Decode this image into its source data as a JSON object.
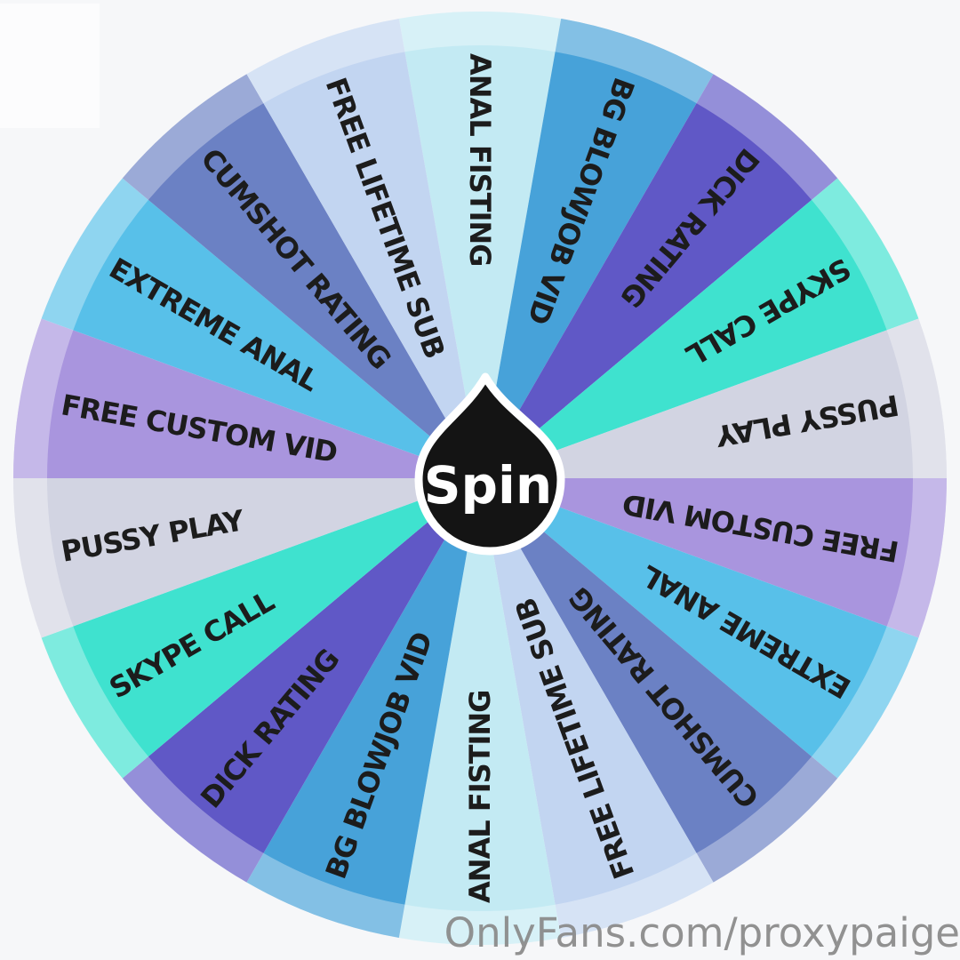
{
  "page": {
    "background": "#f6f7f9",
    "watermark": "OnlyFans.com/proxypaige"
  },
  "spin_button": {
    "label": "Spin",
    "bg_color": "#141414",
    "text_color": "#ffffff",
    "outline_color": "#ffffff"
  },
  "wheel": {
    "rim_highlight": "rgba(255,255,255,0.33)",
    "label_color": "#1c1c1c",
    "segments": [
      {
        "label": "ANAL FISTING",
        "color": "#c3eaf3"
      },
      {
        "label": "BG BLOWJOB VID",
        "color": "#47a2d9"
      },
      {
        "label": "DICK RATING",
        "color": "#6058c6"
      },
      {
        "label": "SKYPE CALL",
        "color": "#3fe2cf"
      },
      {
        "label": "PUSSY PLAY",
        "color": "#d2d4e2"
      },
      {
        "label": "FREE CUSTOM VID",
        "color": "#a995de"
      },
      {
        "label": "EXTREME ANAL",
        "color": "#58c0e9"
      },
      {
        "label": "CUMSHOT RATING",
        "color": "#6b81c4"
      },
      {
        "label": "FREE LIFETIME SUB",
        "color": "#c2d5f1"
      },
      {
        "label": "ANAL FISTING",
        "color": "#c3eaf3"
      },
      {
        "label": "BG BLOWJOB VID",
        "color": "#47a2d9"
      },
      {
        "label": "DICK RATING",
        "color": "#6058c6"
      },
      {
        "label": "SKYPE CALL",
        "color": "#3fe2cf"
      },
      {
        "label": "PUSSY PLAY",
        "color": "#d2d4e2"
      },
      {
        "label": "FREE CUSTOM VID",
        "color": "#a995de"
      },
      {
        "label": "EXTREME ANAL",
        "color": "#58c0e9"
      },
      {
        "label": "CUMSHOT RATING",
        "color": "#6b81c4"
      },
      {
        "label": "FREE LIFETIME SUB",
        "color": "#c2d5f1"
      }
    ]
  }
}
